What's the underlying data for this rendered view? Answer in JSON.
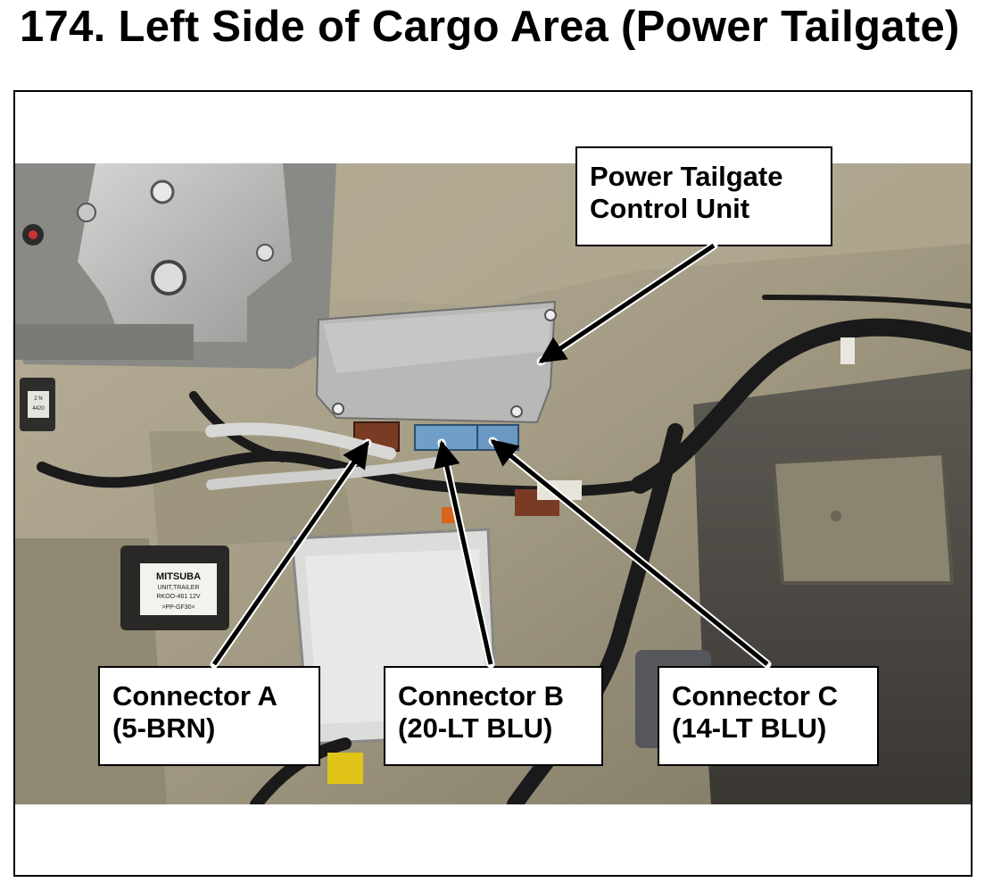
{
  "page": {
    "title": "174.  Left Side of Cargo Area (Power Tailgate)"
  },
  "callouts": {
    "control_unit": {
      "line1": "Power Tailgate",
      "line2": "Control Unit"
    },
    "connector_a": {
      "line1": "Connector A",
      "line2": "(5-BRN)"
    },
    "connector_b": {
      "line1": "Connector B",
      "line2": "(20-LT BLU)"
    },
    "connector_c": {
      "line1": "Connector C",
      "line2": "(14-LT BLU)"
    }
  },
  "photo_labels": {
    "trailer_unit": {
      "brand": "MITSUBA",
      "line1": "UNIT,TRAILER",
      "line2": "RKOO-461 12V",
      "line3": ">PP-GF30<"
    },
    "side_connector": {
      "line1": "2 N",
      "line2": "4420"
    }
  },
  "colors": {
    "border": "#000000",
    "background": "#ffffff",
    "body_panel": "#a49c82",
    "control_unit_case": "#b8b8b6",
    "connector_brown": "#7a3b24",
    "connector_blue": "#6f9fc8",
    "harness_black": "#1a1a1a"
  }
}
